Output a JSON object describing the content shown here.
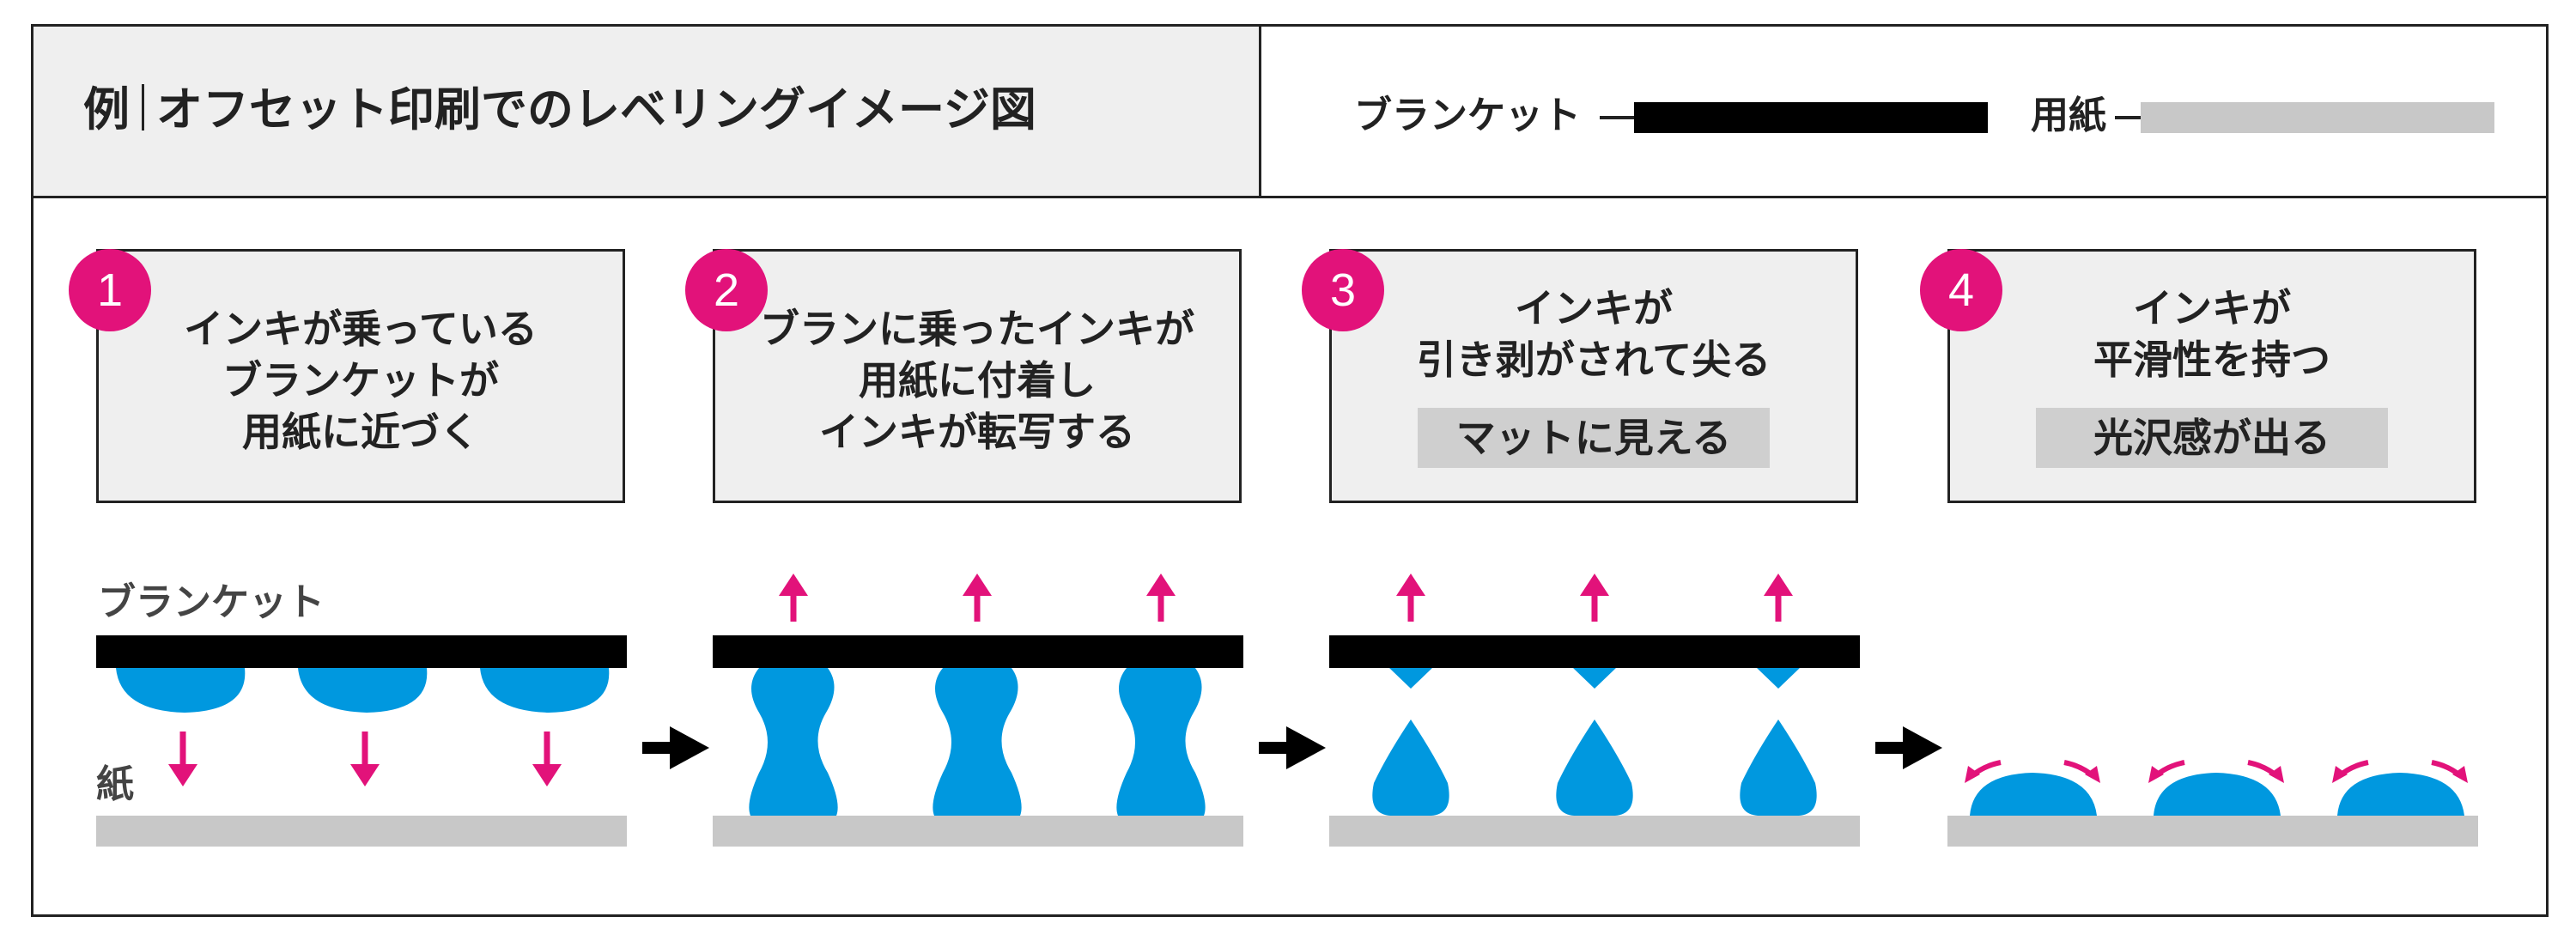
{
  "title": {
    "prefix": "例",
    "text": "オフセット印刷でのレベリングイメージ図"
  },
  "legend": {
    "blanket": {
      "label": "ブランケット",
      "color": "#000000"
    },
    "paper": {
      "label": "用紙",
      "color": "#c8c8c8"
    }
  },
  "steps": [
    {
      "number": "1",
      "text": "インキが乗っている\nブランケットが\n用紙に近づく",
      "callout": ""
    },
    {
      "number": "2",
      "text": "ブランに乗ったインキが\n用紙に付着し\nインキが転写する",
      "callout": ""
    },
    {
      "number": "3",
      "text": "インキが\n引き剥がされて尖る",
      "callout": "マットに見える"
    },
    {
      "number": "4",
      "text": "インキが\n平滑性を持つ",
      "callout": "光沢感が出る"
    }
  ],
  "labels": {
    "blanket": "ブランケット",
    "paper": "紙"
  },
  "colors": {
    "ink": "#0098df",
    "arrow": "#e2127a",
    "badge": "#e2127a",
    "blanket": "#000000",
    "paper": "#c8c8c8",
    "flow_arrow": "#000000"
  },
  "icons": [
    "down-arrow-icon",
    "up-arrow-icon",
    "right-arrow-icon",
    "spread-arrow-icon"
  ]
}
